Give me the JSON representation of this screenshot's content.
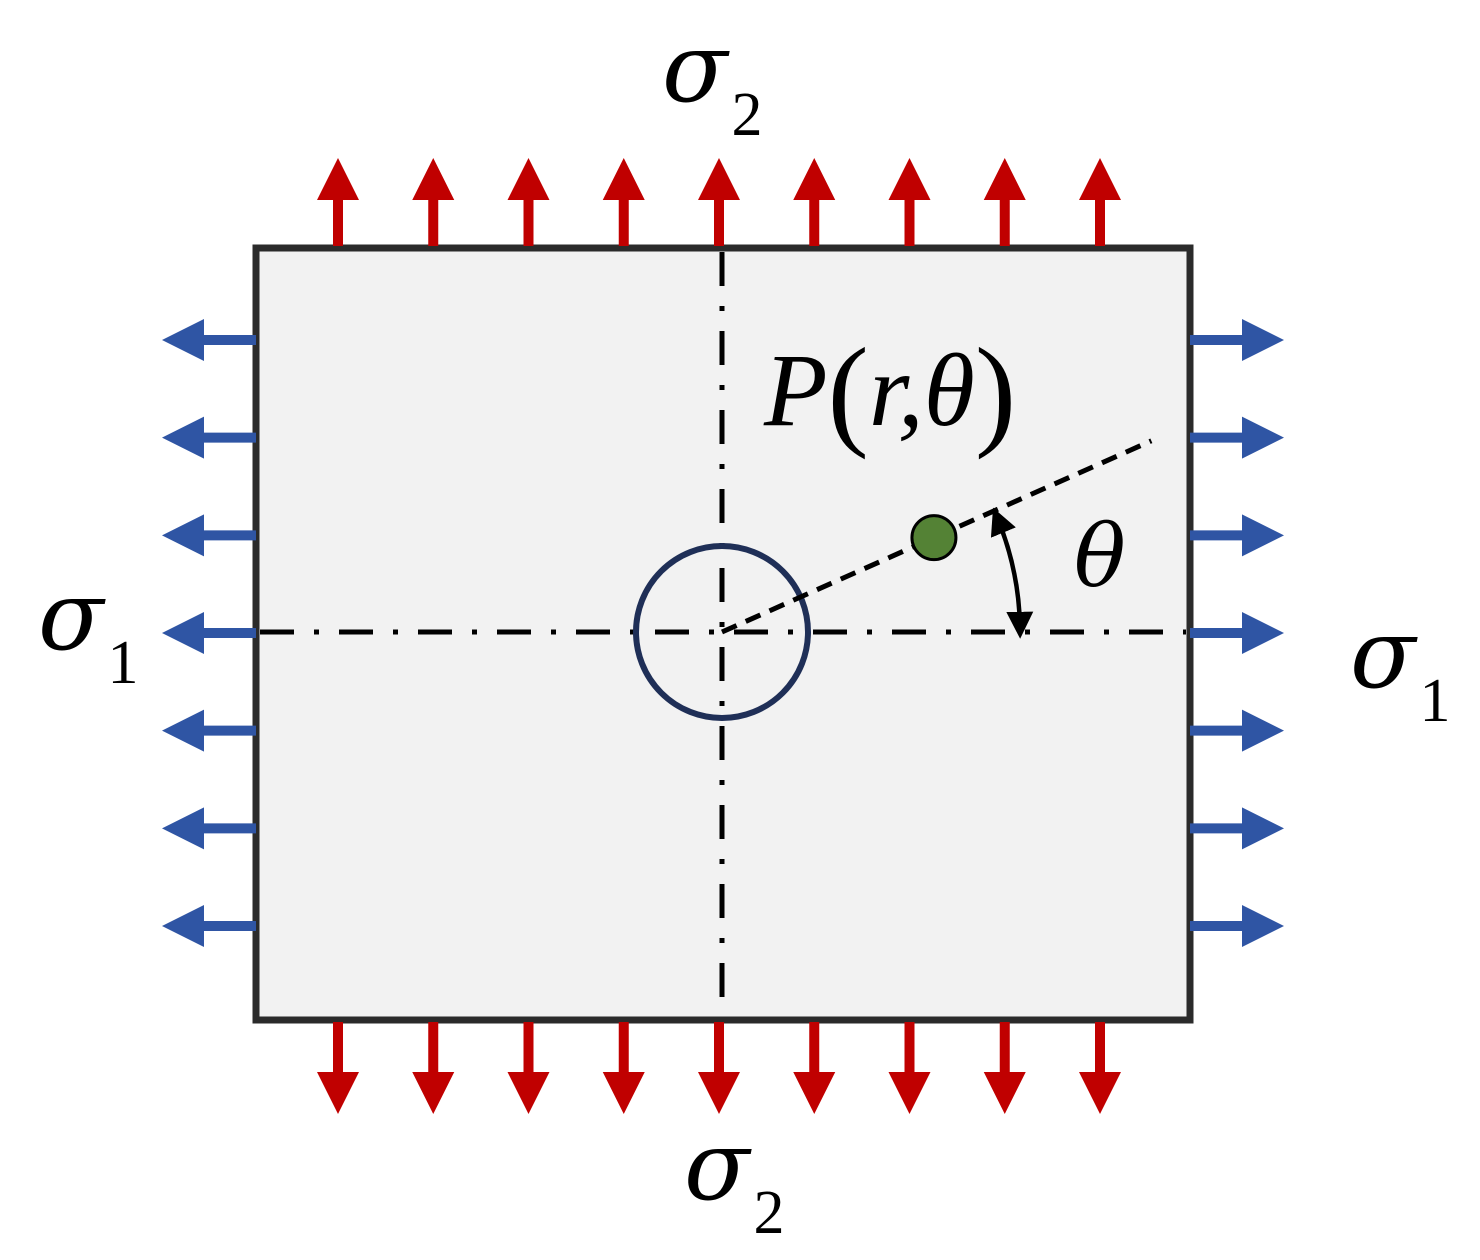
{
  "labels": {
    "sigma_symbol": "σ",
    "sigma1_sub": "1",
    "sigma2_sub": "2",
    "point_name": "P",
    "paren_open": "(",
    "paren_close": ")",
    "point_coords": "r,θ",
    "angle_symbol": "θ"
  },
  "colors": {
    "plate_fill": "#f2f2f2",
    "plate_border": "#2b2b2b",
    "vertical_arrows": "#c00000",
    "horizontal_arrows": "#2f55a4",
    "hole": "#1f2f57",
    "point": "#548235"
  },
  "arrows": {
    "top_count": 9,
    "bottom_count": 9,
    "left_count": 7,
    "right_count": 7
  },
  "angle_deg": 24
}
